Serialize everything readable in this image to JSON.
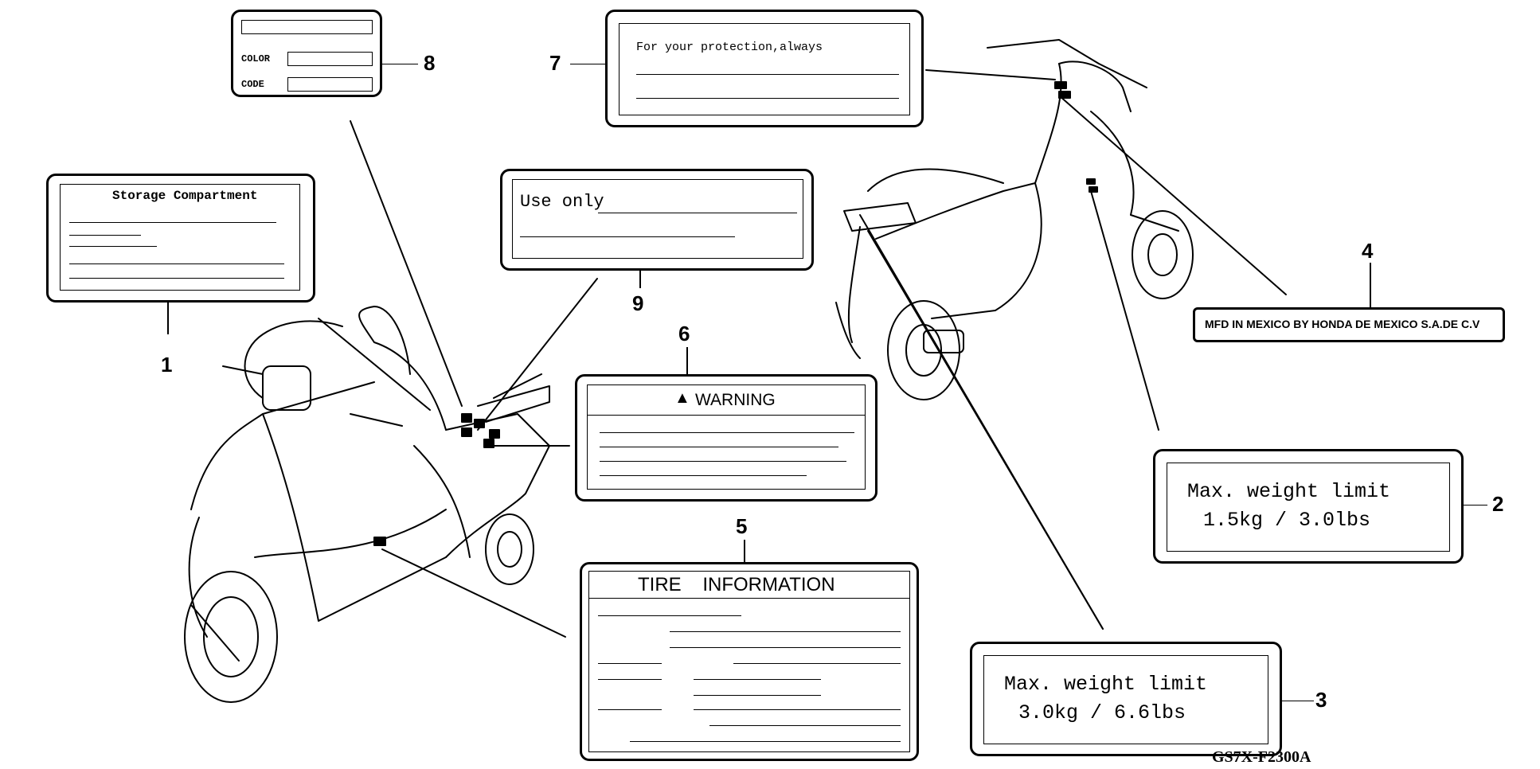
{
  "label_1": {
    "number": "1",
    "heading": "Storage Compartment"
  },
  "label_2": {
    "number": "2",
    "line1": "Max. weight limit",
    "line2": "1.5kg / 3.0lbs"
  },
  "label_3": {
    "number": "3",
    "line1": "Max. weight limit",
    "line2": "3.0kg / 6.6lbs"
  },
  "label_4": {
    "number": "4",
    "text": "MFD IN MEXICO BY HONDA DE MEXICO S.A.DE C.V"
  },
  "label_5": {
    "number": "5",
    "heading": "TIRE    INFORMATION"
  },
  "label_6": {
    "number": "6",
    "warning_symbol": "▲",
    "heading": "WARNING"
  },
  "label_7": {
    "number": "7",
    "text": "For your protection,always"
  },
  "label_8": {
    "number": "8",
    "color_label": "COLOR",
    "code_label": "CODE"
  },
  "label_9": {
    "number": "9",
    "text": "Use only"
  },
  "figure_code": "GS7X-F2300A"
}
